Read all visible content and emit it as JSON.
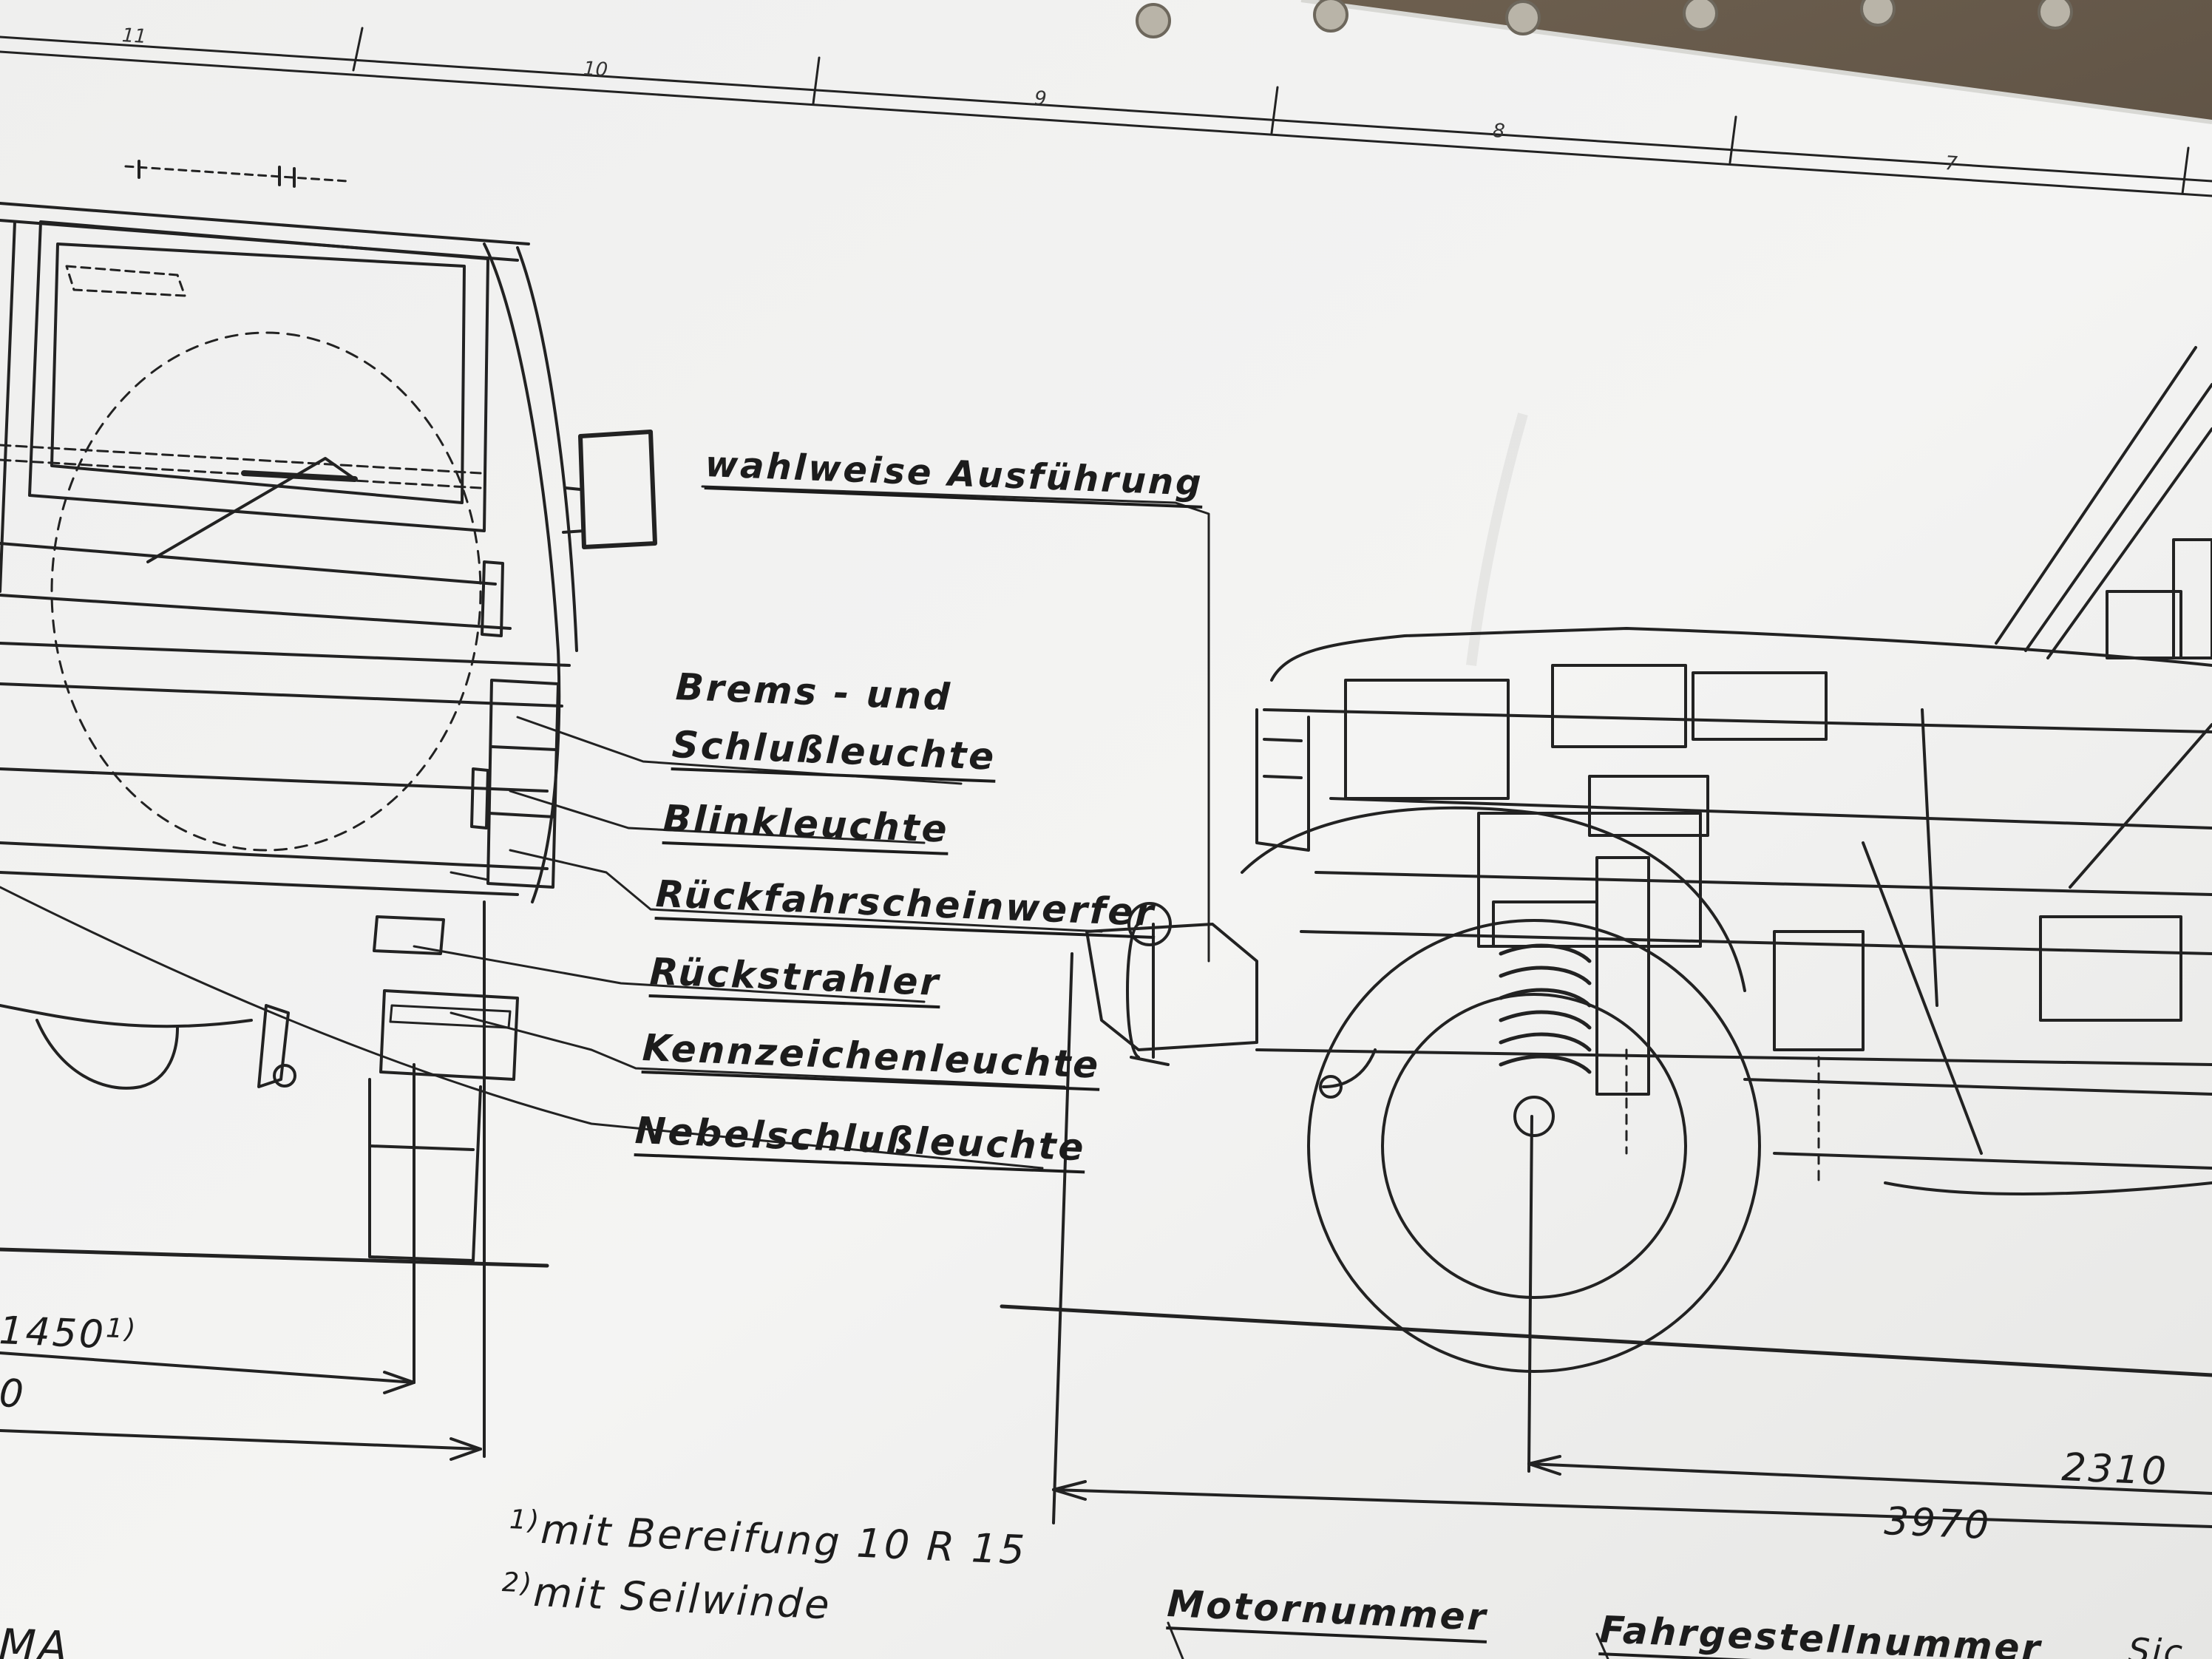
{
  "zone_numbers": [
    "11",
    "10",
    "9",
    "8",
    "7"
  ],
  "light_labels": {
    "optional": "wahlweise Ausführung",
    "brake_tail_line1": "Brems - und",
    "brake_tail_line2": "Schlußleuchte",
    "indicator": "Blinkleuchte",
    "reverse": "Rückfahrscheinwerfer",
    "reflector": "Rückstrahler",
    "plate_light": "Kennzeichenleuchte",
    "rear_fog": "Nebelschlußleuchte"
  },
  "dimensions": {
    "track": "1450",
    "track_mark": "1)",
    "left_cut": "0",
    "wheelbase": "2310",
    "overall_length": "3970"
  },
  "footnotes": {
    "note1_mark": "1)",
    "note1_text": "mit Bereifung  10 R 15",
    "note2_mark": "2)",
    "note2_text": "mit Seilwinde"
  },
  "title_block": {
    "corner_text": "MA",
    "engine_number": "Motornummer",
    "chassis_number": "Fahrgestellnummer",
    "edge_text": "Sic"
  }
}
